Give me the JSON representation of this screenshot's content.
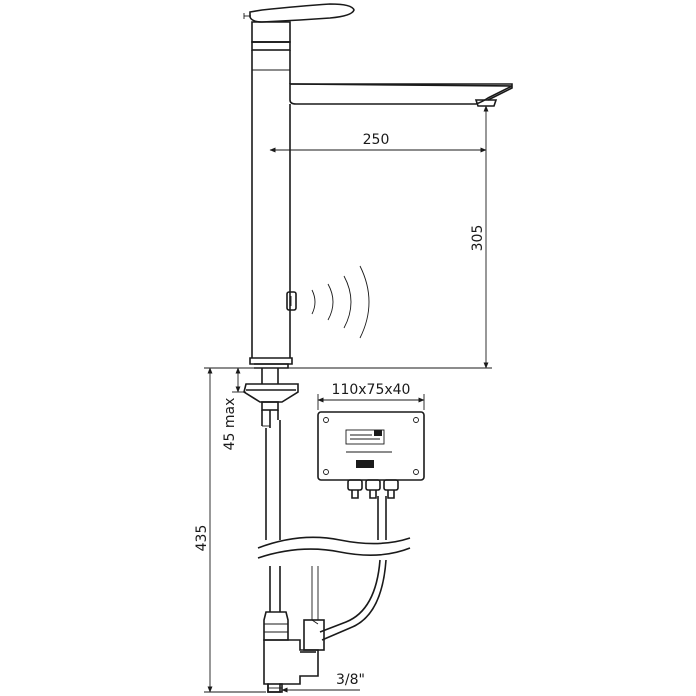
{
  "dimensions": {
    "spout_reach": "250",
    "spout_height": "305",
    "total_depth": "435",
    "deck_thickness": "45 max",
    "box_size": "110x75x40",
    "thread": "3/8\""
  }
}
